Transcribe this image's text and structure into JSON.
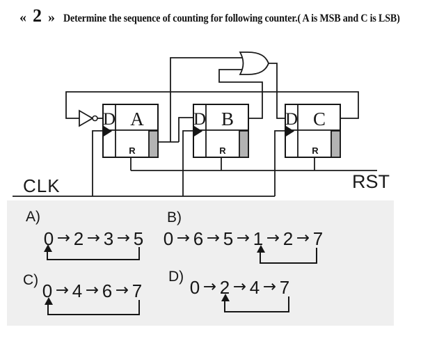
{
  "title": {
    "open_mark": "«",
    "question_number": "2",
    "close_mark": "»",
    "text": "Determine the sequence of counting for following counter.( A is MSB and C is LSB)"
  },
  "circuit": {
    "clk_label": "CLK",
    "rst_label": "RST",
    "flipflops": [
      {
        "d_label": "D",
        "letter": "A",
        "reset_label": "R"
      },
      {
        "d_label": "D",
        "letter": "B",
        "reset_label": "R"
      },
      {
        "d_label": "D",
        "letter": "C",
        "reset_label": "R"
      }
    ],
    "gates": [
      "or-gate",
      "inverter"
    ]
  },
  "glyphs": {
    "arrow": "→"
  },
  "options": [
    {
      "label": "A)",
      "sequence": [
        "0",
        "2",
        "3",
        "5"
      ],
      "loop_from_index": 0,
      "loop_to_index": 3
    },
    {
      "label": "B)",
      "sequence": [
        "0",
        "6",
        "5",
        "1",
        "2",
        "7"
      ],
      "loop_from_index": 3,
      "loop_to_index": 5
    },
    {
      "label": "C)",
      "sequence": [
        "0",
        "4",
        "6",
        "7"
      ],
      "loop_from_index": 0,
      "loop_to_index": 3
    },
    {
      "label": "D)",
      "sequence": [
        "0",
        "2",
        "4",
        "7"
      ],
      "loop_from_index": 1,
      "loop_to_index": 3
    }
  ],
  "colors": {
    "background": "#ffffff",
    "panel_bg": "#efefef",
    "wire": "#1a1a1a",
    "flipflop_output_bar": "#b3b3b3"
  }
}
